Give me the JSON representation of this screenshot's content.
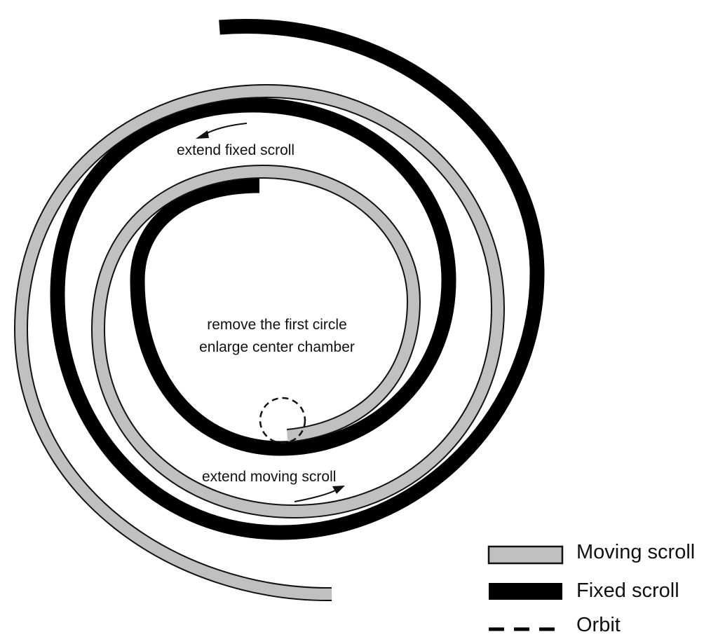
{
  "annotations": {
    "extend_fixed": "extend fixed scroll",
    "center_line1": "remove the first circle",
    "center_line2": "enlarge center chamber",
    "extend_moving": "extend moving scroll"
  },
  "legend": {
    "moving": "Moving scroll",
    "fixed": "Fixed scroll",
    "orbit": "Orbit"
  },
  "colors": {
    "moving_fill": "#c0c0c0",
    "outline": "#111111",
    "fixed": "#000000",
    "background": "#ffffff"
  }
}
